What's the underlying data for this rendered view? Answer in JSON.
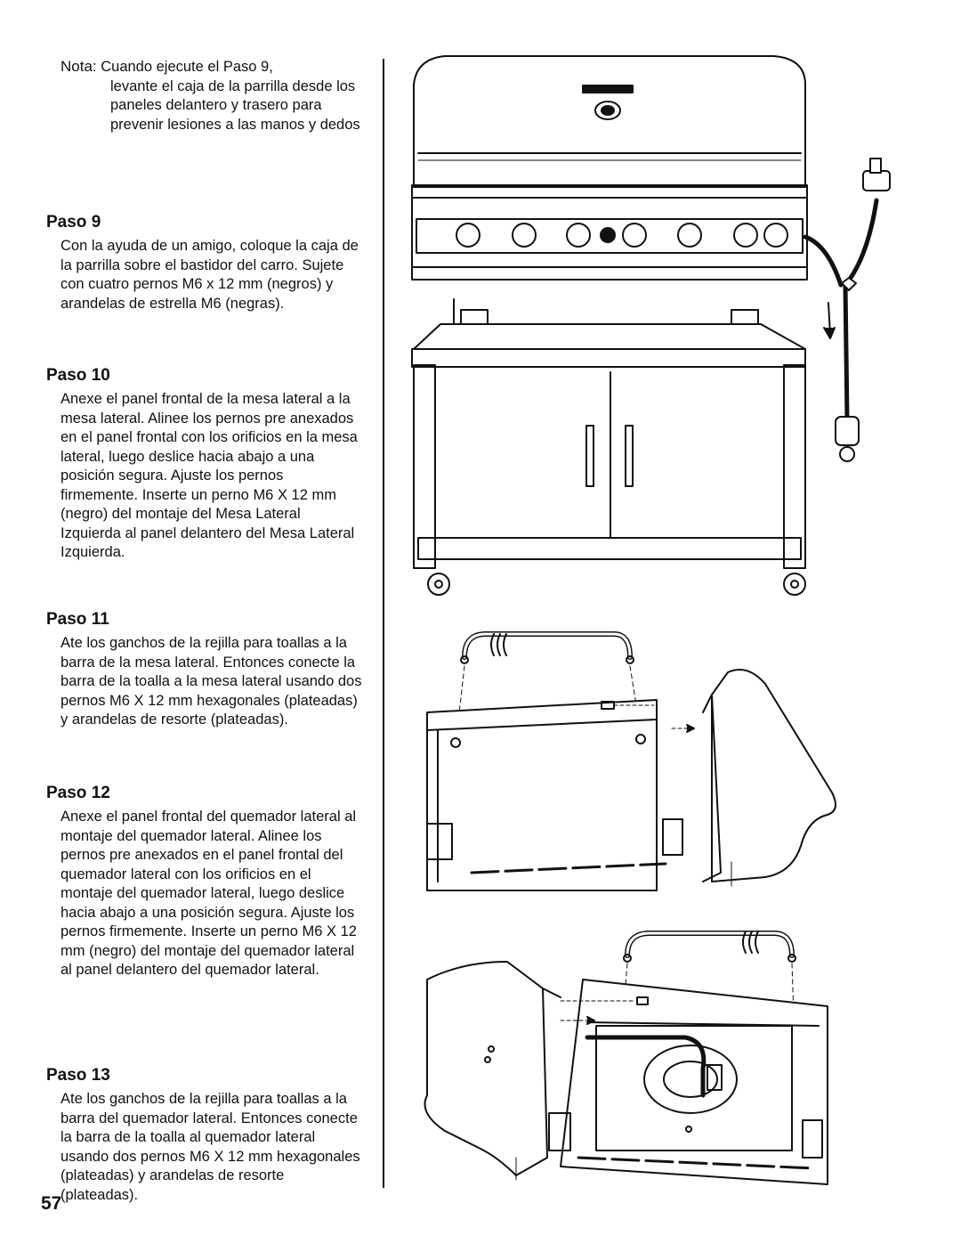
{
  "note": {
    "label": "Nota:",
    "first_line": "Cuando ejecute el Paso 9,",
    "rest": "levante el caja de la parrilla desde los paneles delantero y trasero para prevenir lesiones a las manos y dedos"
  },
  "steps": [
    {
      "title": "Paso 9",
      "text": "Con la ayuda de un amigo, coloque la caja de la parrilla sobre el bastidor del carro. Sujete con cuatro pernos M6 x 12 mm (negros) y arandelas de estrella M6 (negras)."
    },
    {
      "title": "Paso 10",
      "text": "Anexe el panel frontal de la mesa lateral a la mesa lateral. Alinee los pernos pre anexados en el panel frontal con los orificios en la mesa lateral, luego deslice hacia abajo a una posición segura. Ajuste los pernos firmemente. Inserte un perno M6 X 12 mm (negro) del montaje del Mesa Lateral Izquierda al panel delantero del Mesa Lateral Izquierda."
    },
    {
      "title": "Paso 11",
      "text": "Ate los ganchos de la rejilla para toallas a la barra de la mesa lateral. Entonces conecte la barra de la toalla a la mesa lateral usando dos pernos M6 X 12 mm hexagonales  (plateadas) y arandelas de resorte (plateadas)."
    },
    {
      "title": "Paso 12",
      "text": "Anexe el panel frontal del quemador lateral al montaje del quemador lateral. Alinee los pernos pre anexados en el panel frontal del quemador lateral con los orificios en el montaje del quemador lateral, luego deslice hacia abajo a una posición segura. Ajuste los pernos firmemente. Inserte un perno M6 X 12 mm (negro) del montaje del quemador lateral al panel delantero del quemador lateral."
    },
    {
      "title": "Paso 13",
      "text": "Ate los ganchos de la rejilla para toallas a la barra del quemador lateral. Entonces conecte la barra de la toalla al quemador lateral usando dos pernos M6 X 12 mm hexagonales (plateadas) y arandelas de resorte (plateadas)."
    }
  ],
  "page_number": "57",
  "colors": {
    "ink": "#111111",
    "paper": "#ffffff"
  }
}
